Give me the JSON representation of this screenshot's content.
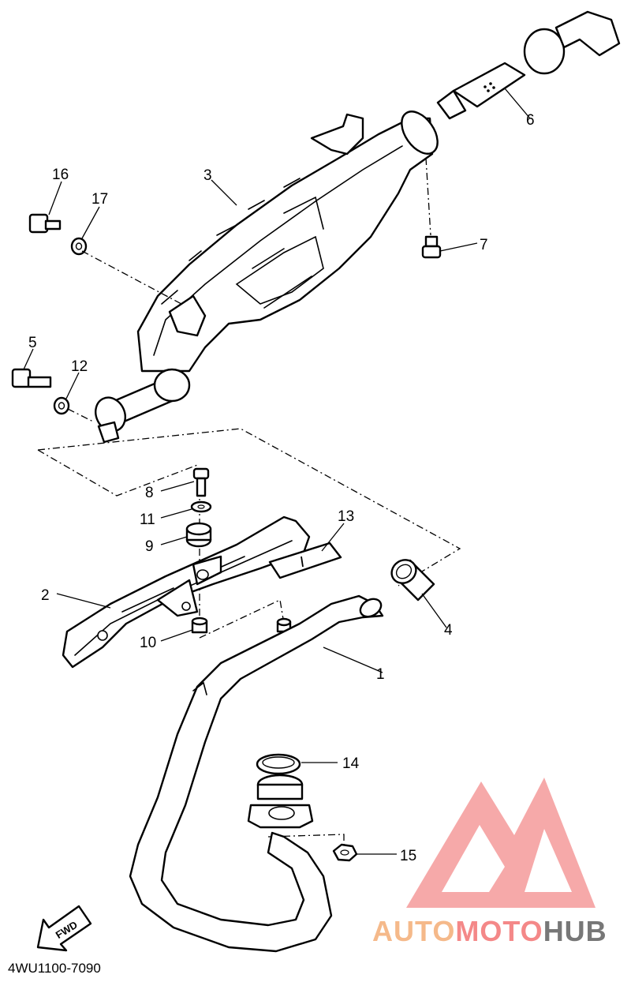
{
  "drawing_code": "4WU1100-7090",
  "fwd_label": "FWD",
  "watermark": {
    "brand_text": "AUTOMOTOHUB",
    "brand_parts": [
      "AUTO",
      "MOTO",
      "HUB"
    ],
    "colors": {
      "auto": "#f5b98a",
      "moto": "#f48888",
      "hub": "#777777",
      "logo": "#f49a9a"
    }
  },
  "callouts": {
    "c1": "1",
    "c2": "2",
    "c3": "3",
    "c4": "4",
    "c5": "5",
    "c6": "6",
    "c7": "7",
    "c8": "8",
    "c9": "9",
    "c10": "10",
    "c11": "11",
    "c12": "12",
    "c13": "13",
    "c14": "14",
    "c15": "15",
    "c16": "16",
    "c17": "17"
  }
}
